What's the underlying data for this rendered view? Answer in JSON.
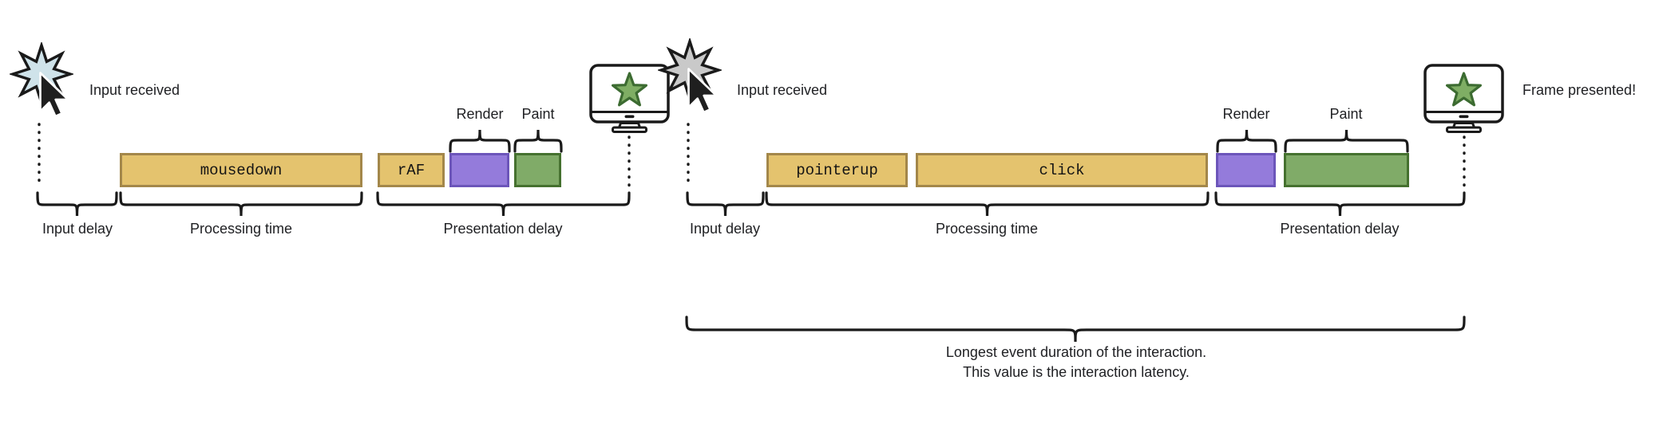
{
  "colors": {
    "event_fill": "#e4c36e",
    "event_border": "#a3874a",
    "render_fill": "#947bdb",
    "render_border": "#6c55ba",
    "paint_fill": "#80ab68",
    "paint_border": "#45712f",
    "burst_blue": "#cfe3ea",
    "burst_gray": "#c9c9c9",
    "monitor_star_green": "#7fae64",
    "monitor_star_border": "#3c6b31",
    "ink": "#1a1a1a"
  },
  "s1": {
    "input_received": "Input received",
    "event_main": "mousedown",
    "event_raf": "rAF",
    "render": "Render",
    "paint": "Paint",
    "input_delay": "Input delay",
    "processing_time": "Processing time",
    "presentation_delay": "Presentation delay"
  },
  "s2": {
    "input_received": "Input received",
    "event_pointerup": "pointerup",
    "event_click": "click",
    "render": "Render",
    "paint": "Paint",
    "input_delay": "Input delay",
    "processing_time": "Processing time",
    "presentation_delay": "Presentation delay",
    "frame_presented": "Frame presented!"
  },
  "summary": {
    "line1": "Longest event duration of the interaction.",
    "line2": "This value is the interaction latency."
  }
}
